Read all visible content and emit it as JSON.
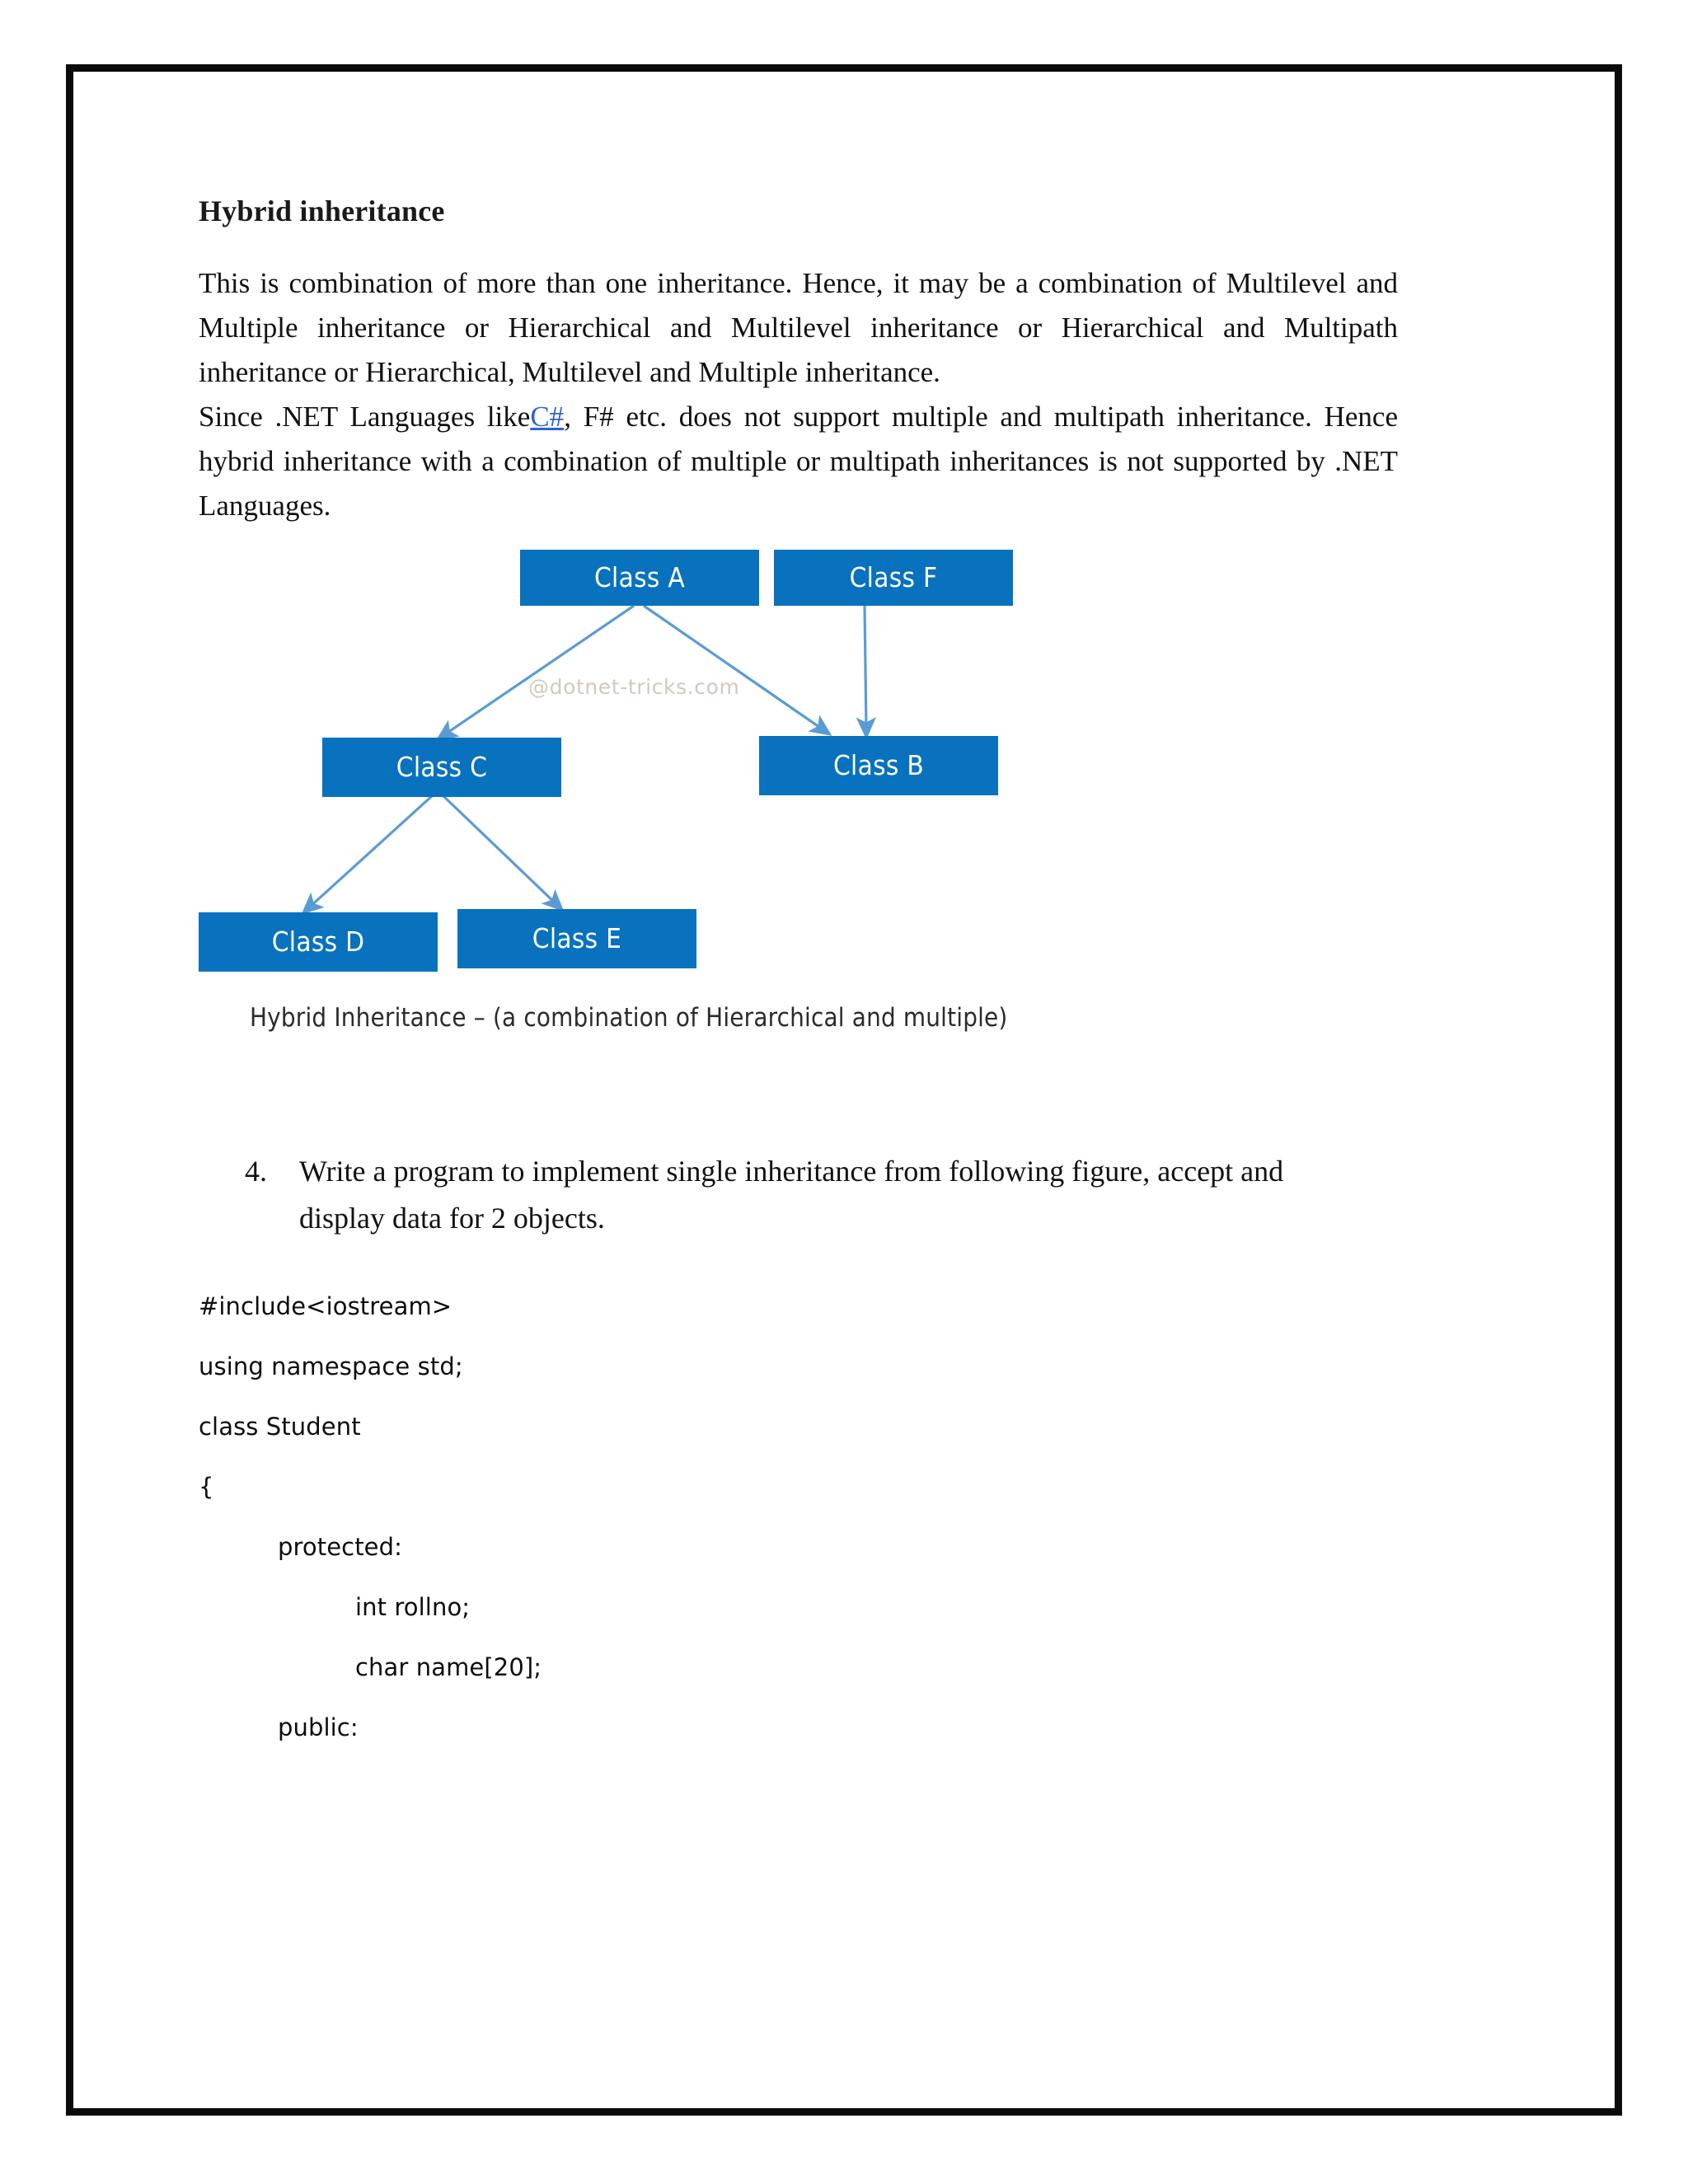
{
  "document": {
    "heading": "Hybrid inheritance",
    "paragraphs": [
      {
        "before_link": "This is combination of more than one inheritance. Hence, it may be a combination of Multilevel and Multiple inheritance or Hierarchical and Multilevel inheritance or Hierarchical and Multipath inheritance or Hierarchical, Multilevel and Multiple inheritance."
      },
      {
        "lead": "Since .NET Languages like",
        "link": "C#",
        "after_link": ", F# etc. does not support multiple and multipath inheritance. Hence hybrid inheritance with a combination of multiple or multipath inheritances is not supported by .NET Languages."
      }
    ]
  },
  "diagram": {
    "caption": "Hybrid Inheritance – (a combination of Hierarchical and multiple)",
    "watermark": "@dotnet-tricks.com",
    "box_color": "#0872be",
    "arrow_color": "#5b9bd5",
    "label_color": "#ffffff",
    "nodes": [
      {
        "id": "A",
        "label": "Class A"
      },
      {
        "id": "F",
        "label": "Class F"
      },
      {
        "id": "C",
        "label": "Class C"
      },
      {
        "id": "B",
        "label": "Class B"
      },
      {
        "id": "D",
        "label": "Class D"
      },
      {
        "id": "E",
        "label": "Class E"
      }
    ],
    "edges": [
      {
        "from": "A",
        "to": "C"
      },
      {
        "from": "A",
        "to": "B"
      },
      {
        "from": "F",
        "to": "B"
      },
      {
        "from": "C",
        "to": "D"
      },
      {
        "from": "C",
        "to": "E"
      }
    ]
  },
  "question": {
    "number": "4.",
    "text": "Write a program to implement single inheritance from following figure, accept and display data for 2 objects."
  },
  "code": {
    "lines": [
      {
        "indent": 0,
        "text": "#include<iostream>"
      },
      {
        "indent": 0,
        "text": "using namespace std;"
      },
      {
        "indent": 0,
        "text": "class Student"
      },
      {
        "indent": 0,
        "text": "{"
      },
      {
        "indent": 1,
        "text": "protected:"
      },
      {
        "indent": 2,
        "text": "int rollno;"
      },
      {
        "indent": 2,
        "text": "char name[20];"
      },
      {
        "indent": 1,
        "text": "public:"
      }
    ]
  }
}
